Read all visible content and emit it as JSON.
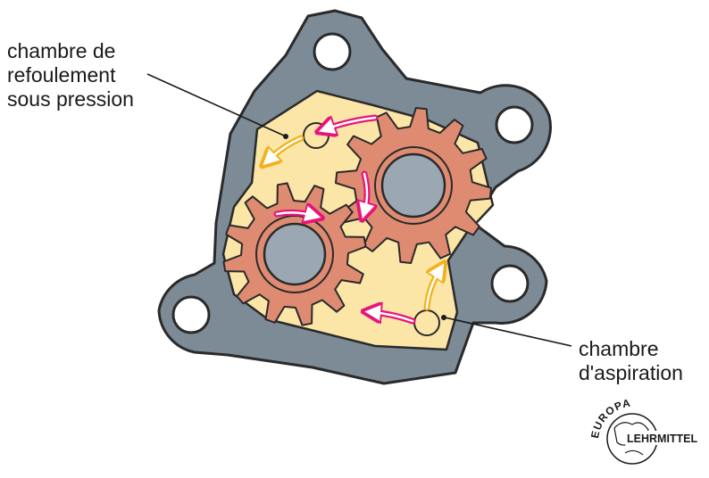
{
  "labels": {
    "discharge": [
      "chambre de",
      "refoulement",
      "sous pression"
    ],
    "suction": [
      "chambre",
      "d'aspiration"
    ]
  },
  "logo": {
    "top_text": "EUROPA",
    "side_text": "LEHRMITTEL"
  },
  "colors": {
    "housing": "#7d8b97",
    "housing_outline": "#2a2a2a",
    "chamber_fill": "#fbe6a8",
    "gear_fill": "#de8b72",
    "shaft_fill": "#9ba7b2",
    "flow_arrow": "#e8147a",
    "flow_arrow_alt": "#f2b21e"
  },
  "icons": [
    "gear-icon",
    "flow-arrow-icon",
    "europa-logo-icon"
  ]
}
